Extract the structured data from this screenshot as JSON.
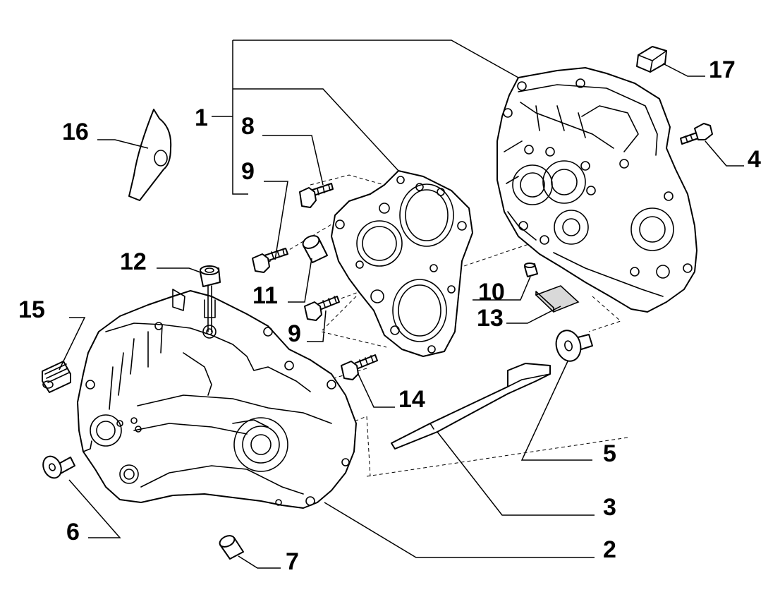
{
  "callouts": {
    "c1": "1",
    "c2": "2",
    "c3": "3",
    "c4": "4",
    "c5": "5",
    "c6": "6",
    "c7": "7",
    "c8": "8",
    "c9a": "9",
    "c9b": "9",
    "c10": "10",
    "c11": "11",
    "c12": "12",
    "c13": "13",
    "c14": "14",
    "c15": "15",
    "c16": "16",
    "c17": "17"
  },
  "colors": {
    "ink": "#000000",
    "paper": "#ffffff",
    "shade": "#d9d9d9"
  }
}
